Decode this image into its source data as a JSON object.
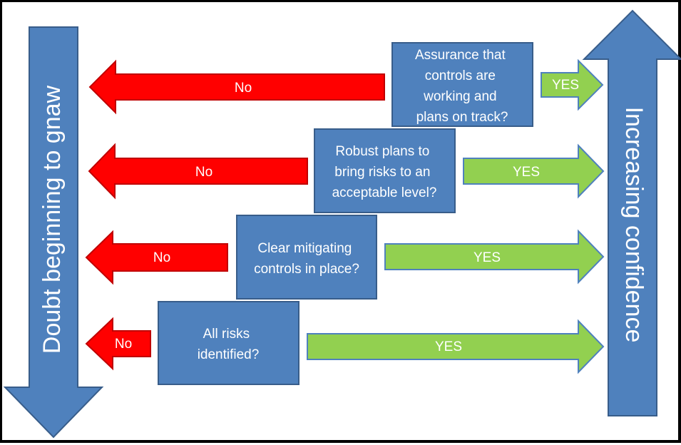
{
  "colors": {
    "blue": "#4f81bd",
    "blue_border": "#385d8a",
    "red": "#ff0000",
    "red_border": "#c00000",
    "green": "#92d050",
    "green_border": "#4f81bd"
  },
  "left_arrow": {
    "label": "Doubt beginning to gnaw"
  },
  "right_arrow": {
    "label": "Increasing confidence"
  },
  "questions": [
    {
      "lines": [
        "Assurance that",
        "controls are",
        "working and",
        "plans on track?"
      ],
      "no_label": "No",
      "yes_label": "YES"
    },
    {
      "lines": [
        "Robust plans to",
        "bring risks to an",
        "acceptable level?"
      ],
      "no_label": "No",
      "yes_label": "YES"
    },
    {
      "lines": [
        "Clear mitigating",
        "controls in place?"
      ],
      "no_label": "No",
      "yes_label": "YES"
    },
    {
      "lines": [
        "All risks",
        "identified?"
      ],
      "no_label": "No",
      "yes_label": "YES"
    }
  ]
}
